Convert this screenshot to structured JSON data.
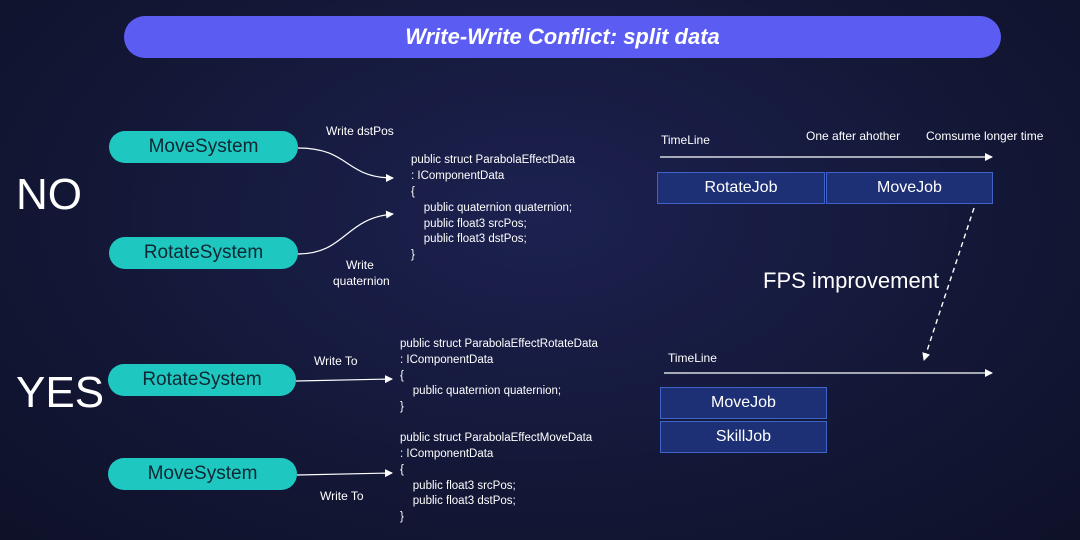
{
  "title": "Write-Write Conflict: split data",
  "no_section": {
    "label": "NO",
    "system_top": "MoveSystem",
    "system_bottom": "RotateSystem",
    "write_top": "Write dstPos",
    "write_bottom_line1": "Write",
    "write_bottom_line2": "quaternion",
    "code": [
      "public struct ParabolaEffectData",
      ": IComponentData",
      "{",
      "    public quaternion quaternion;",
      "    public float3 srcPos;",
      "    public float3 dstPos;",
      "}"
    ],
    "timeline_label": "TimeLine",
    "note_sequence": "One after ahother",
    "note_cost": "Comsume longer time",
    "jobs": [
      "RotateJob",
      "MoveJob"
    ]
  },
  "fps_label": "FPS improvement",
  "yes_section": {
    "label": "YES",
    "system_top": "RotateSystem",
    "system_bottom": "MoveSystem",
    "write_top": "Write To",
    "write_bottom": "Write To",
    "code_top": [
      "public struct ParabolaEffectRotateData",
      ": IComponentData",
      "{",
      "    public quaternion quaternion;",
      "}"
    ],
    "code_bottom": [
      "public struct ParabolaEffectMoveData",
      ": IComponentData",
      "{",
      "    public float3 srcPos;",
      "    public float3 dstPos;",
      "}"
    ],
    "timeline_label": "TimeLine",
    "jobs": [
      "MoveJob",
      "SkillJob"
    ]
  }
}
